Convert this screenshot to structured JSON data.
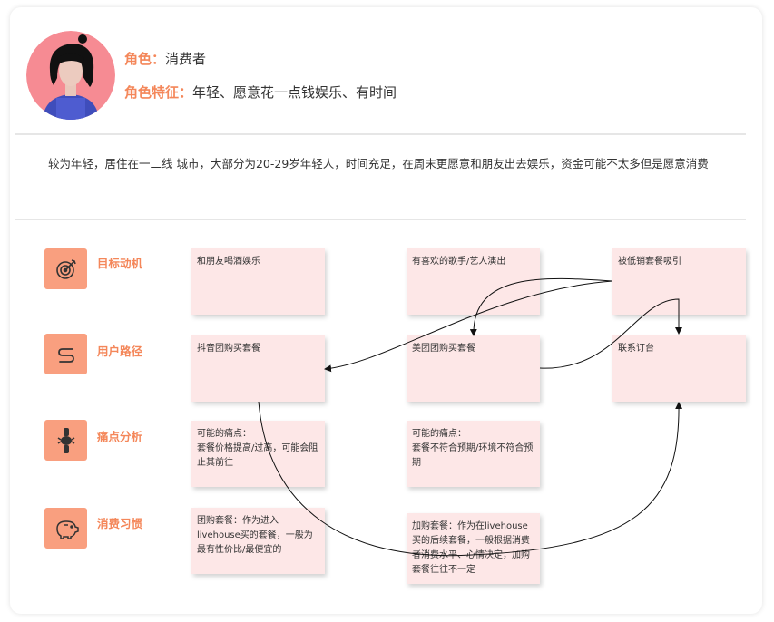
{
  "role": {
    "label": "角色：",
    "value": "消费者"
  },
  "traits": {
    "label": "角色特征：",
    "value": "年轻、愿意花一点钱娱乐、有时间"
  },
  "description": "较为年轻，居住在一二线 城市，大部分为20-29岁年轻人，时间充足，在周末更愿意和朋友出去娱乐，资金可能不太多但是愿意消费",
  "rows": [
    {
      "label": "目标动机",
      "icon": "target-icon"
    },
    {
      "label": "用户路径",
      "icon": "path-icon"
    },
    {
      "label": "痛点分析",
      "icon": "joint-icon"
    },
    {
      "label": "消费习惯",
      "icon": "piggy-bank-icon"
    }
  ],
  "notes": {
    "n1": "和朋友喝酒娱乐",
    "n2": "有喜欢的歌手/艺人演出",
    "n3": "被低销套餐吸引",
    "n4": "抖音团购买套餐",
    "n5": "美团团购买套餐",
    "n6": "联系订台",
    "n7": "可能的痛点：\n套餐价格提高/过高，可能会阻止其前往",
    "n8": "可能的痛点：\n套餐不符合预期/环境不符合预期",
    "n9": "团购套餐：作为进入livehouse买的套餐，一般为最有性价比/最便宜的",
    "n10": "加购套餐：作为在livehouse买的后续套餐，一般根据消费者消费水平、心情决定，加购套餐往往不一定"
  },
  "colors": {
    "accent": "#f4875a",
    "icon_bg": "#f99f7f",
    "note_bg": "#fde7e7"
  }
}
